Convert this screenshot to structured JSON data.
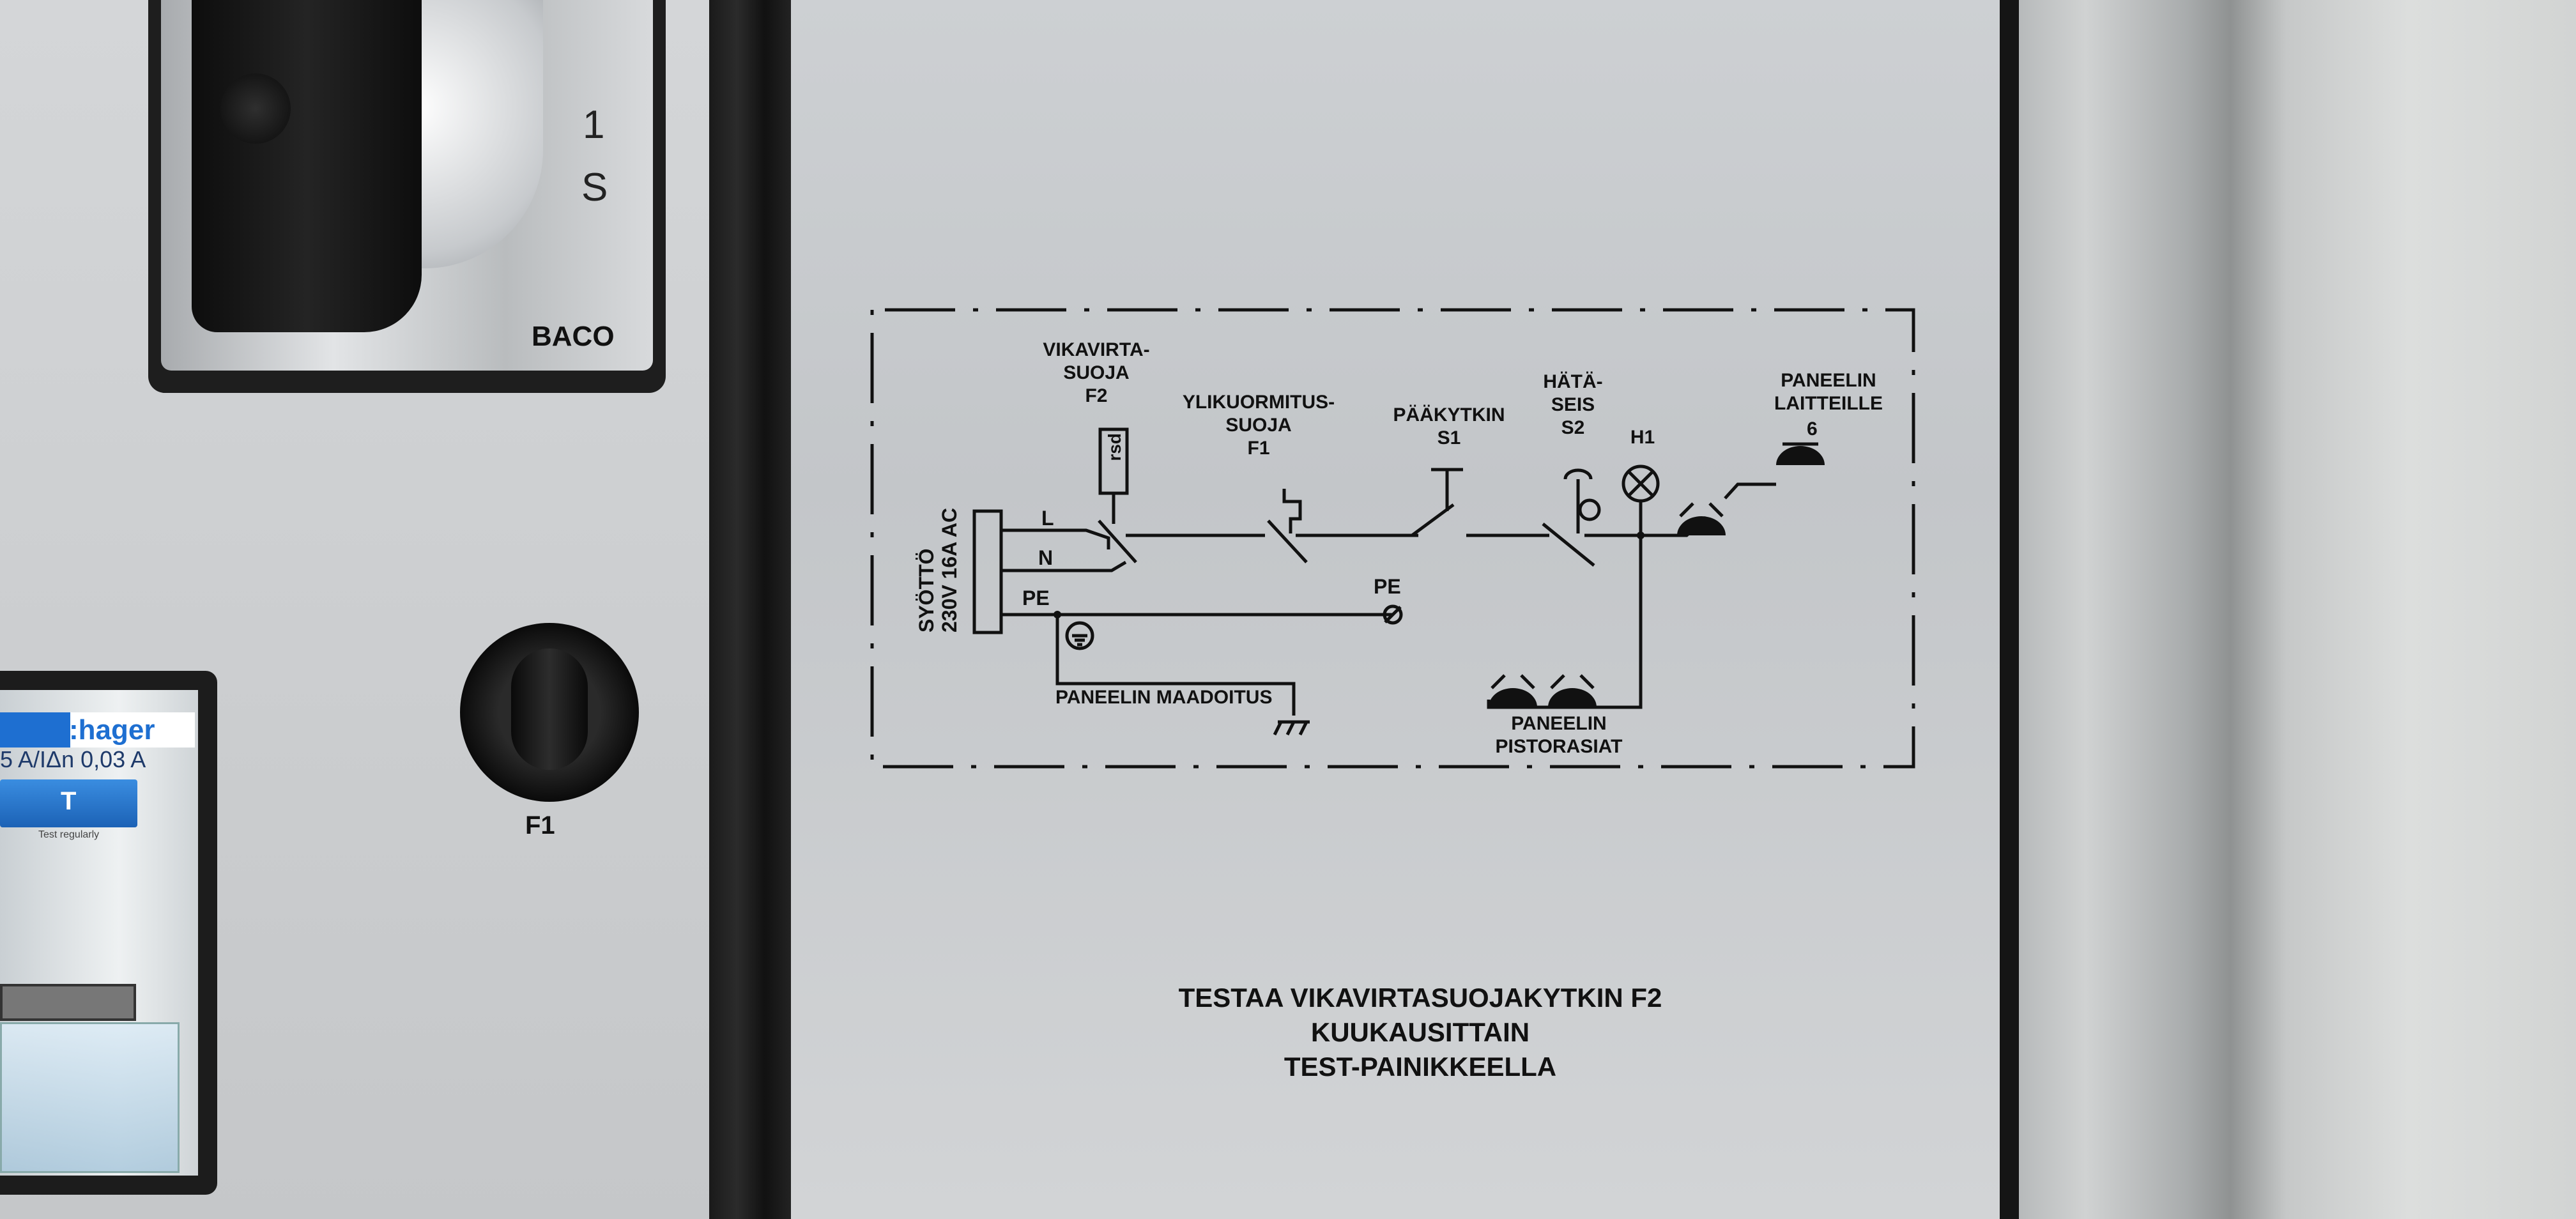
{
  "switch": {
    "marking_1": "1",
    "marking_s": "S",
    "brand": "BACO"
  },
  "knob": {
    "label": "F1"
  },
  "rcd": {
    "brand": ":hager",
    "rating": "5 A/IΔn 0,03 A",
    "test_button": "T",
    "test_note": "Test regularly"
  },
  "diagram": {
    "supply": "SYÖTTÖ\n230V 16A AC",
    "conductors": [
      "L",
      "N",
      "PE"
    ],
    "rcd_label": "VIKAVIRTA-\nSUOJA\nF2",
    "overload_label": "YLIKUORMITUS-\nSUOJA\nF1",
    "main_switch_label": "PÄÄKYTKIN\nS1",
    "estop_label": "HÄTÄ-\nSEIS\nS2",
    "lamp_label": "H1",
    "devices_label": "PANEELIN\nLAITTEILLE",
    "devices_count": "6",
    "pe_end": "PE",
    "ground_label": "PANEELIN MAADOITUS",
    "sockets_label": "PANEELIN\nPISTORASIAT",
    "rcd_symbol": "rsd"
  },
  "notice": [
    "TESTAA VIKAVIRTASUOJAKYTKIN F2",
    "KUUKAUSITTAIN",
    "TEST-PAINIKKEELLA"
  ]
}
